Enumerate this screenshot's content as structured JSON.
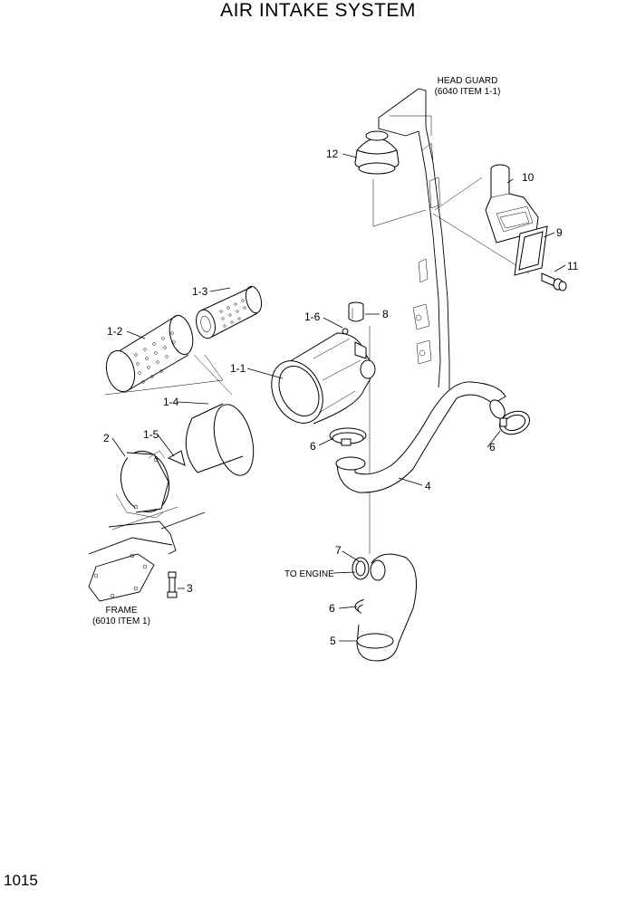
{
  "title": "AIR INTAKE SYSTEM",
  "page_number": "1015",
  "labels": {
    "p1_1": "1-1",
    "p1_2": "1-2",
    "p1_3": "1-3",
    "p1_4": "1-4",
    "p1_5": "1-5",
    "p1_6": "1-6",
    "p2": "2",
    "p3": "3",
    "p4": "4",
    "p5": "5",
    "p6a": "6",
    "p6b": "6",
    "p6c": "6",
    "p7": "7",
    "p8": "8",
    "p9": "9",
    "p10": "10",
    "p11": "11",
    "p12": "12"
  },
  "notes": {
    "head_guard_1": "HEAD GUARD",
    "head_guard_2": "(6040 ITEM 1-1)",
    "frame_1": "FRAME",
    "frame_2": "(6010 ITEM 1)",
    "to_engine": "TO ENGINE"
  }
}
